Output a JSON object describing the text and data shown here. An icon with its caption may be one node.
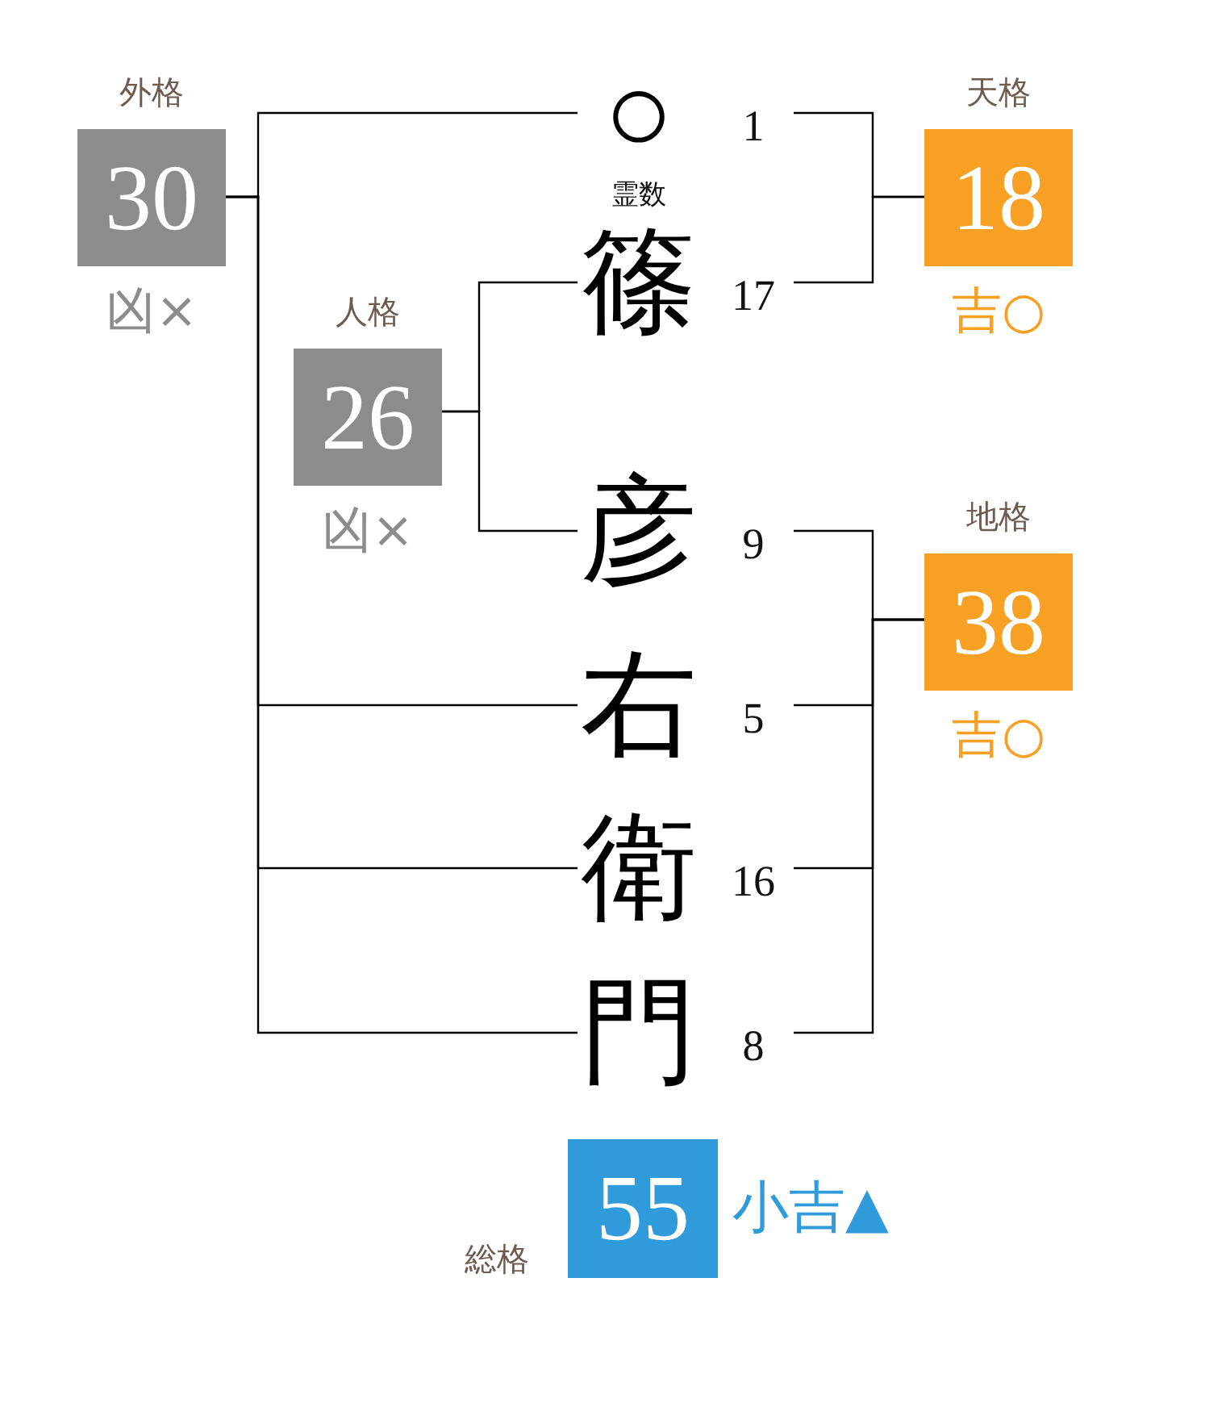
{
  "diagram": {
    "nodes": [
      {
        "text": [
          "外格",
          "30",
          "凶×"
        ]
      },
      {
        "text": [
          "○"
        ],
        "beside": [
          "1",
          "霊数"
        ]
      },
      {
        "text": [
          "天格",
          "18",
          "吉○"
        ]
      },
      {
        "text": [
          "篠"
        ],
        "beside": [
          "17"
        ]
      },
      {
        "text": [
          "人格",
          "26",
          "凶×"
        ]
      },
      {
        "text": [
          "彦"
        ],
        "beside": [
          "9"
        ]
      },
      {
        "text": [
          "地格",
          "38",
          "吉○"
        ]
      },
      {
        "text": [
          "右"
        ],
        "beside": [
          "5"
        ]
      },
      {
        "text": [
          "衛"
        ],
        "beside": [
          "16"
        ]
      },
      {
        "text": [
          "門"
        ],
        "beside": [
          "8"
        ]
      },
      {
        "text": [
          "総格",
          "55",
          "小吉▲"
        ]
      }
    ],
    "edges": [
      {
        "from": 1,
        "to": 0,
        "arrow": "none"
      },
      {
        "from": 7,
        "to": 0,
        "arrow": "none"
      },
      {
        "from": 8,
        "to": 0,
        "arrow": "none"
      },
      {
        "from": 9,
        "to": 0,
        "arrow": "none"
      },
      {
        "from": 1,
        "to": 2,
        "arrow": "none"
      },
      {
        "from": 3,
        "to": 2,
        "arrow": "none"
      },
      {
        "from": 3,
        "to": 4,
        "arrow": "none"
      },
      {
        "from": 5,
        "to": 4,
        "arrow": "none"
      },
      {
        "from": 5,
        "to": 6,
        "arrow": "none"
      },
      {
        "from": 7,
        "to": 6,
        "arrow": "none"
      },
      {
        "from": 8,
        "to": 6,
        "arrow": "none"
      },
      {
        "from": 9,
        "to": 6,
        "arrow": "none"
      }
    ]
  }
}
